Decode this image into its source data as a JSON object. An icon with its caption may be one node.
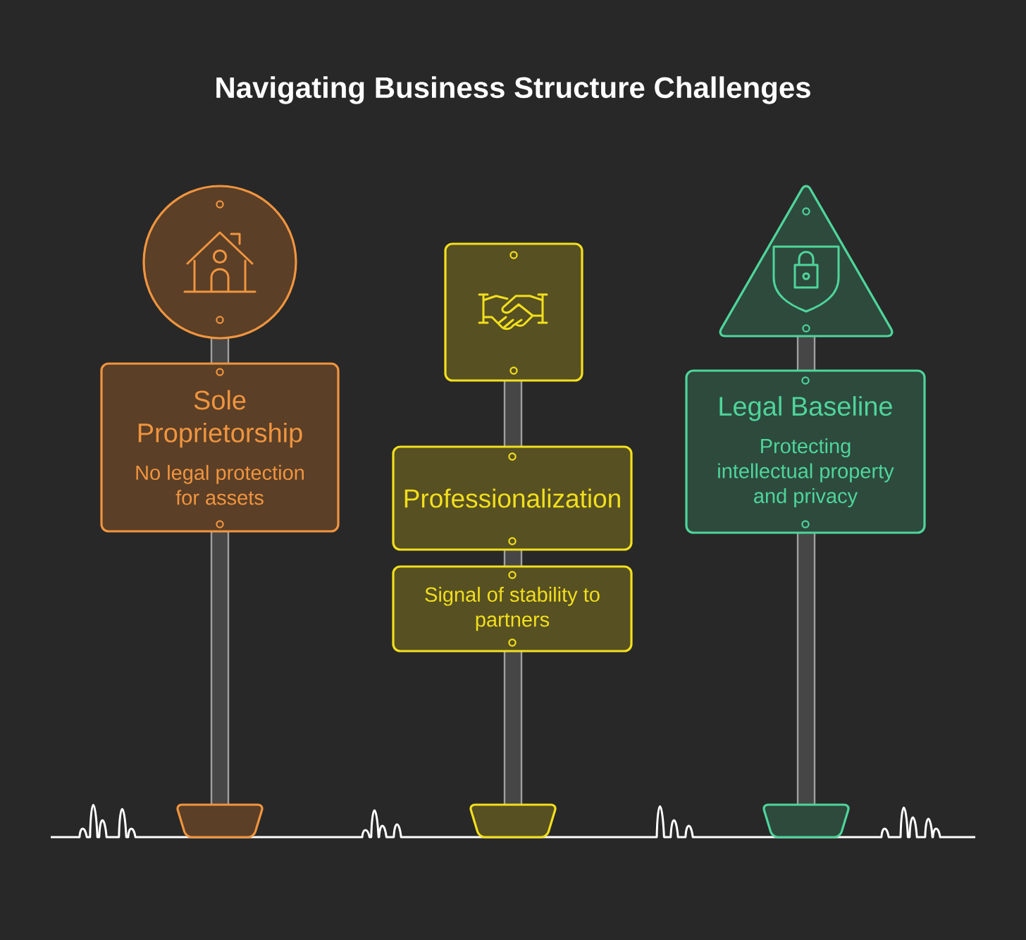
{
  "diagram": {
    "title": "Navigating Business Structure Challenges",
    "nodes": [
      {
        "text": [],
        "shape": "circle"
      },
      {
        "text": [
          "Sole Proprietorship",
          "No legal protection for assets"
        ]
      },
      {
        "text": [],
        "shape": "box"
      },
      {
        "text": [
          "Professionalization"
        ]
      },
      {
        "text": [
          "Signal of stability to partners"
        ]
      },
      {
        "text": [],
        "shape": "triangle"
      },
      {
        "text": [
          "Legal Baseline",
          "Protecting intellectual property and privacy"
        ]
      }
    ]
  }
}
